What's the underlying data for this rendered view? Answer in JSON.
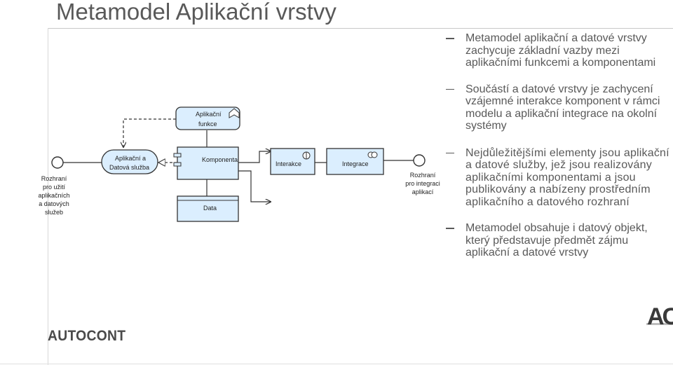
{
  "title": "Metamodel Aplikační vrstvy",
  "bullets": [
    "Metamodel aplikační a datové vrstvy zachycuje základní vazby mezi aplikačními funkcemi a komponentami",
    "Součástí a datové vrstvy je zachycení vzájemné interakce komponent v rámci modelu a aplikační integrace na okolní systémy",
    "Nejdůležitějšími elementy jsou aplikační a datové služby, jež jsou realizovány aplikačními komponentami a jsou publikovány a nabízeny prostředním aplikačního a datového rozhraní",
    "Metamodel obsahuje i datový objekt, který představuje předmět zájmu aplikační a datové vrstvy"
  ],
  "diagram": {
    "function_line1": "Aplikační",
    "function_line2": "funkce",
    "service_line1": "Aplikační a",
    "service_line2": "Datová služba",
    "component": "Komponenta",
    "interaction": "Interakce",
    "integration": "Integrace",
    "data": "Data",
    "left_iface": [
      "Rozhraní",
      "pro užití",
      "aplikačních",
      "a datových",
      "služeb"
    ],
    "right_iface": [
      "Rozhraní",
      "pro integraci",
      "aplikací"
    ]
  },
  "logo_left": "AUTOCONT",
  "logo_right": "AC",
  "colors": {
    "box_fill": "#dbeefe",
    "line": "#333333",
    "text": "#595959"
  }
}
